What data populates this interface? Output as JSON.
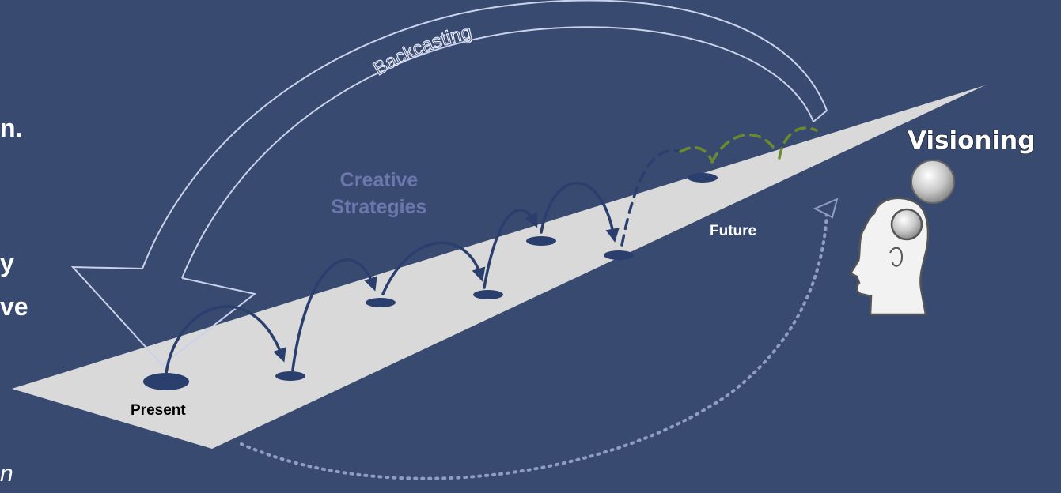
{
  "left_text": {
    "line1": "n.",
    "line2": "y",
    "line3": "ve",
    "line4": "n"
  },
  "labels": {
    "backcasting": "Backcasting",
    "creative_line1": "Creative",
    "creative_line2": "Strategies",
    "present": "Present",
    "future": "Future",
    "visioning": "Visioning"
  },
  "colors": {
    "background": "#394a71",
    "road": "#d9d9d9",
    "step_marker": "#2b3f6e",
    "creative_text": "#6a78ad",
    "future_arcs": "#6b8a2e"
  }
}
